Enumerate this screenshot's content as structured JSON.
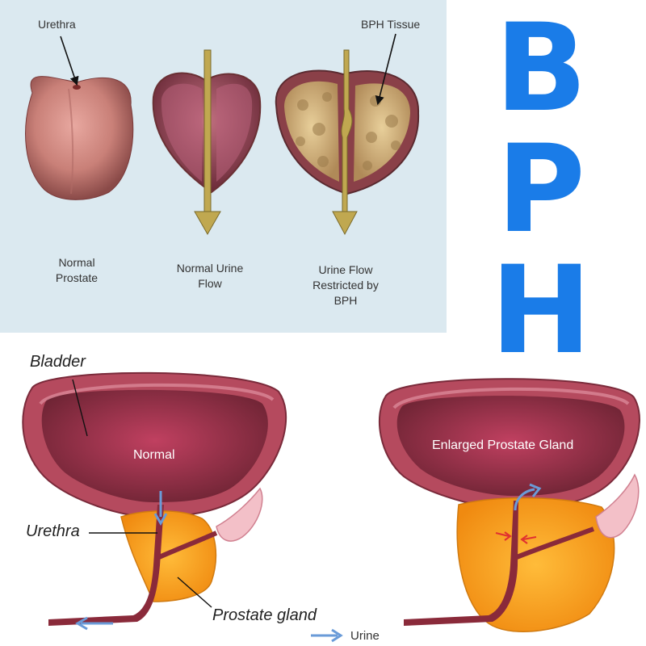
{
  "top_panel": {
    "urethra_label": "Urethra",
    "bph_tissue_label": "BPH Tissue",
    "caption_normal_line1": "Normal",
    "caption_normal_line2": "Prostate",
    "caption_flow_line1": "Normal Urine",
    "caption_flow_line2": "Flow",
    "caption_restricted_line1": "Urine Flow",
    "caption_restricted_line2": "Restricted by",
    "caption_restricted_line3": "BPH"
  },
  "title": {
    "letters": [
      "B",
      "P",
      "H"
    ],
    "color": "#1a7ce8"
  },
  "bottom_panel": {
    "bladder_label": "Bladder",
    "normal_label": "Normal",
    "urethra_label": "Urethra",
    "prostate_label": "Prostate gland",
    "enlarged_label": "Enlarged Prostate Gland",
    "legend_label": "Urine"
  },
  "colors": {
    "panel_bg": "#dbe9f0",
    "bladder_outer": "#b04a5a",
    "bladder_inner": "#7a2a3e",
    "prostate": "#f6a020",
    "urine_arrow": "#6a9bd8",
    "restriction_arrow": "#e03030",
    "flow_arrow": "#b8a040"
  }
}
